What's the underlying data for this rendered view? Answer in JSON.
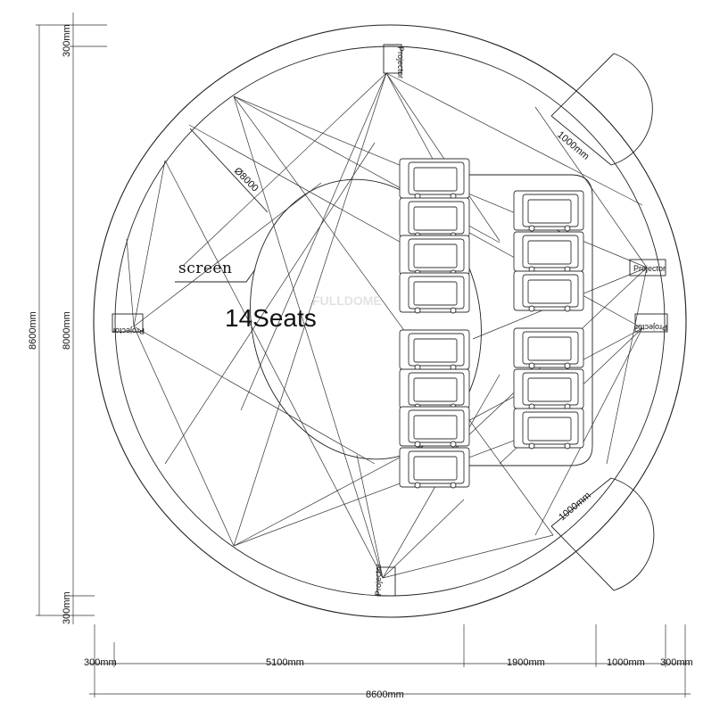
{
  "diagram": {
    "screen_label": "screen",
    "seats_label": "14Seats",
    "diameter_label": "Ø8000",
    "projector_label": "Projector",
    "door_width_label": "1000mm",
    "watermark": "FULLDOME",
    "dims": {
      "top_margin": "300mm",
      "bottom_margin": "300mm",
      "outer_height": "8600mm",
      "inner_height": "8000mm",
      "seg_left": "300mm",
      "seg_main": "5100mm",
      "seg_seats": "1900mm",
      "seg_gap": "1000mm",
      "seg_right": "300mm",
      "total_width": "8600mm"
    }
  }
}
